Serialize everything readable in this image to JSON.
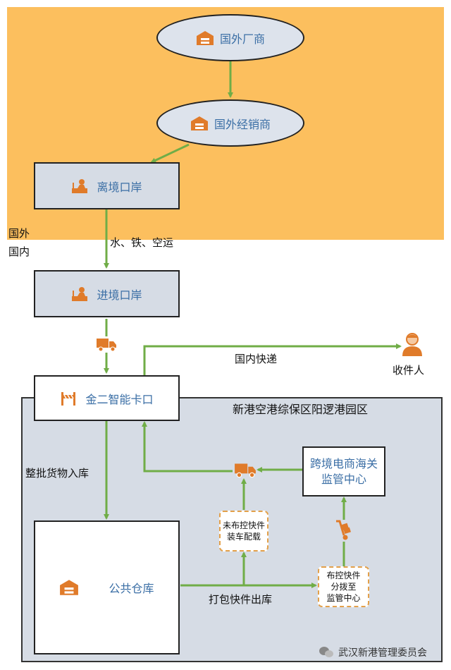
{
  "zones": {
    "park_title": "新港空港综保区阳逻港园区",
    "abroad_label": "国外",
    "domestic_label": "国内"
  },
  "nodes": {
    "foreign_manufacturer": "国外厂商",
    "foreign_distributor": "国外经销商",
    "exit_port": "离境口岸",
    "entry_port": "进境口岸",
    "gate": "金二智能卡口",
    "customs_center": "跨境电商海关\n监管中心",
    "public_warehouse": "公共仓库",
    "recipient": "收件人",
    "note_uncontrolled": "未布控快件\n装车配载",
    "note_controlled": "布控快件\n分拨至\n监管中心"
  },
  "edges": {
    "transport": "水、铁、空运",
    "domestic_express": "国内快递",
    "bulk_inbound": "整批货物入库",
    "package_outbound": "打包快件出库"
  },
  "watermark": "武汉新港管理委员会",
  "colors": {
    "arrow": "#70ad47",
    "icon": "#e07b2a",
    "label": "#3a6ea5",
    "abroad_bg": "#fcbf5e",
    "park_bg": "#d6dce5"
  }
}
